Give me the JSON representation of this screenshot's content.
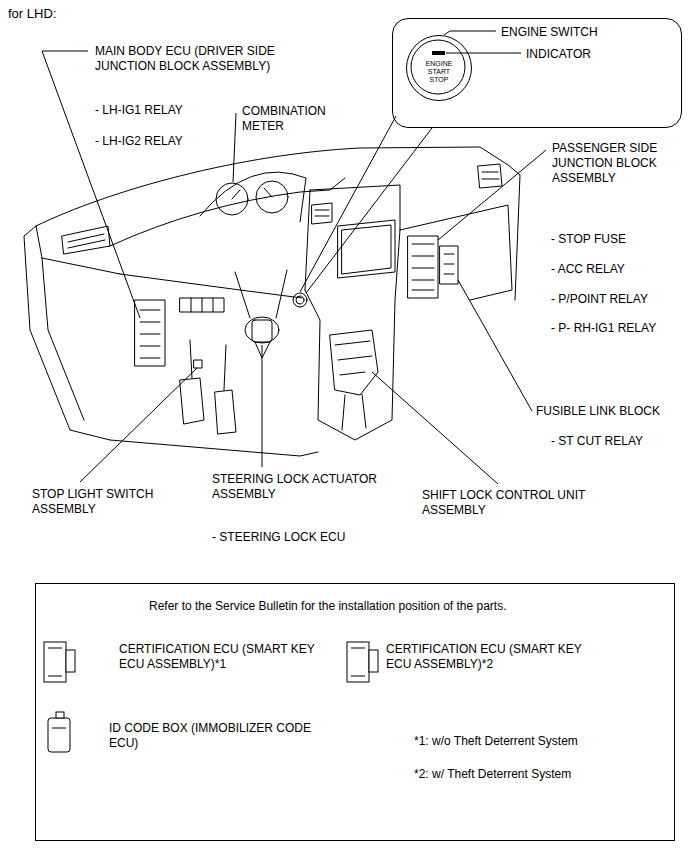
{
  "diagram": {
    "title": "for LHD:",
    "nodes": [
      {
        "text": [
          "ENGINE SWITCH",
          "INDICATOR"
        ]
      },
      {
        "text": [
          "ENGINE START STOP"
        ],
        "in": 0
      },
      {
        "text": [
          "Refer to the Service Bulletin for the installation position of the parts.",
          "CERTIFICATION ECU (SMART KEY ECU ASSEMBLY)*1",
          "CERTIFICATION ECU (SMART KEY ECU ASSEMBLY)*2",
          "ID CODE BOX (IMMOBILIZER CODE ECU)",
          "*1: w/o Theft Deterrent System",
          "*2: w/ Theft Deterrent System"
        ]
      }
    ],
    "labels": [
      "MAIN BODY ECU (DRIVER SIDE JUNCTION BLOCK ASSEMBLY)",
      "- LH-IG1 RELAY",
      "- LH-IG2 RELAY",
      "COMBINATION METER",
      "PASSENGER SIDE JUNCTION BLOCK ASSEMBLY",
      "- STOP FUSE",
      "- ACC RELAY",
      "- P/POINT RELAY",
      "- P- RH-IG1 RELAY",
      "FUSIBLE LINK BLOCK",
      "- ST CUT RELAY",
      "STOP LIGHT SWITCH ASSEMBLY",
      "STEERING LOCK ACTUATOR ASSEMBLY",
      "SHIFT LOCK CONTROL UNIT ASSEMBLY",
      "- STEERING LOCK ECU"
    ]
  }
}
